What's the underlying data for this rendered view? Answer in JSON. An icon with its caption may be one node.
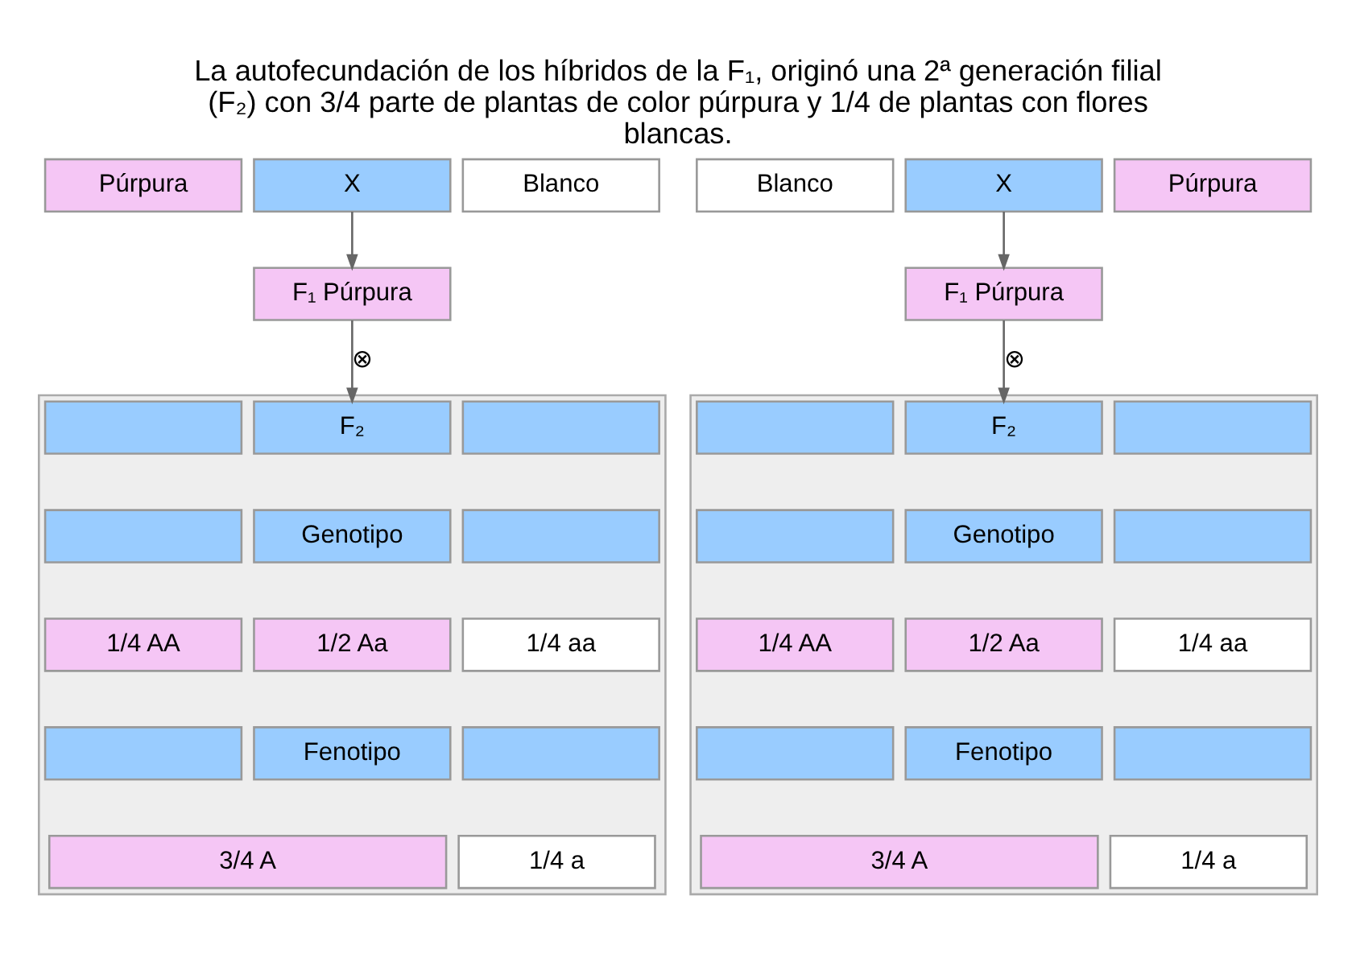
{
  "diagram": {
    "title": "La autofecundación de los híbridos de la F₁, originó una 2ª generación filial (F₂) con 3/4 parte de plantas de color púrpura y 1/4 de plantas con flores blancas.",
    "nodes": [
      {
        "text": [
          "Púrpura"
        ]
      },
      {
        "text": [
          "X"
        ]
      },
      {
        "text": [
          "Blanco"
        ]
      },
      {
        "text": [
          "F₁ Púrpura"
        ]
      },
      {
        "text": [],
        "shape": "box"
      },
      {
        "text": [],
        "shape": "box",
        "in": 4
      },
      {
        "text": [
          "F₂"
        ],
        "in": 4
      },
      {
        "text": [],
        "shape": "box",
        "in": 4
      },
      {
        "text": [],
        "shape": "box",
        "in": 4
      },
      {
        "text": [
          "Genotipo"
        ],
        "in": 4
      },
      {
        "text": [],
        "shape": "box",
        "in": 4
      },
      {
        "text": [
          "1/4 AA"
        ],
        "in": 4
      },
      {
        "text": [
          "1/2 Aa"
        ],
        "in": 4
      },
      {
        "text": [
          "1/4 aa"
        ],
        "in": 4
      },
      {
        "text": [],
        "shape": "box",
        "in": 4
      },
      {
        "text": [
          "Fenotipo"
        ],
        "in": 4
      },
      {
        "text": [],
        "shape": "box",
        "in": 4
      },
      {
        "text": [
          "3/4 A"
        ],
        "in": 4
      },
      {
        "text": [
          "1/4 a"
        ],
        "in": 4
      },
      {
        "text": [
          "Blanco"
        ]
      },
      {
        "text": [
          "X"
        ]
      },
      {
        "text": [
          "Púrpura"
        ]
      },
      {
        "text": [
          "F₁ Púrpura"
        ]
      },
      {
        "text": [],
        "shape": "box"
      },
      {
        "text": [],
        "shape": "box",
        "in": 23
      },
      {
        "text": [
          "F₂"
        ],
        "in": 23
      },
      {
        "text": [],
        "shape": "box",
        "in": 23
      },
      {
        "text": [],
        "shape": "box",
        "in": 23
      },
      {
        "text": [
          "Genotipo"
        ],
        "in": 23
      },
      {
        "text": [],
        "shape": "box",
        "in": 23
      },
      {
        "text": [
          "1/4 AA"
        ],
        "in": 23
      },
      {
        "text": [
          "1/2 Aa"
        ],
        "in": 23
      },
      {
        "text": [
          "1/4 aa"
        ],
        "in": 23
      },
      {
        "text": [],
        "shape": "box",
        "in": 23
      },
      {
        "text": [
          "Fenotipo"
        ],
        "in": 23
      },
      {
        "text": [],
        "shape": "box",
        "in": 23
      },
      {
        "text": [
          "3/4 A"
        ],
        "in": 23
      },
      {
        "text": [
          "1/4 a"
        ],
        "in": 23
      }
    ],
    "edges": [
      {
        "from": 1,
        "to": 3,
        "arrow": "to"
      },
      {
        "from": 3,
        "to": 6,
        "arrow": "to",
        "label": "⊗"
      },
      {
        "from": 20,
        "to": 22,
        "arrow": "to"
      },
      {
        "from": 22,
        "to": 25,
        "arrow": "to",
        "label": "⊗"
      }
    ]
  }
}
